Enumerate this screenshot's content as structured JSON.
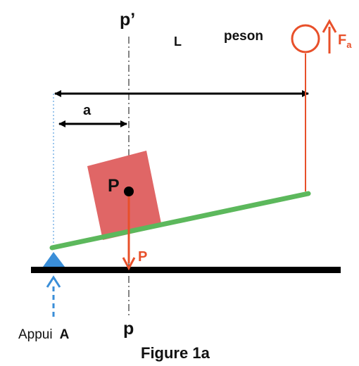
{
  "labels": {
    "p_prime": "p’",
    "L": "L",
    "peson": "peson",
    "force_F": "F",
    "force_subscript": "a",
    "a": "a",
    "weight_center": "P",
    "weight_arrow": "P",
    "appui": "Appui",
    "appui_point": "A",
    "p": "p"
  },
  "caption": "Figure 1a",
  "colors": {
    "ground": "#000000",
    "beam": "#5cb85c",
    "block_fill": "#e06666",
    "block_stroke": "#ffffff",
    "force_red": "#e8502a",
    "support_blue": "#3a8ed8",
    "axis_line": "#333333",
    "text": "#111111"
  }
}
